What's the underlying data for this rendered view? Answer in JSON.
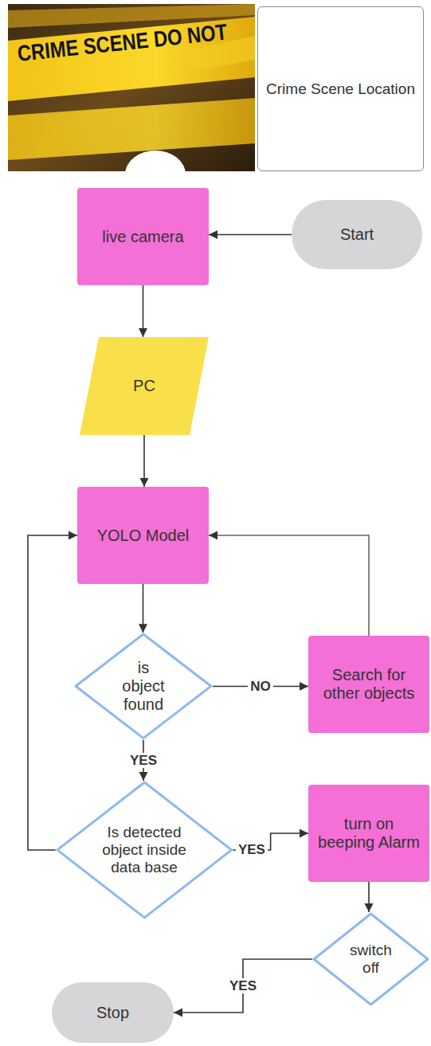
{
  "diagram": {
    "nodes": [
      {
        "text": [
          "Crime Scene Location"
        ]
      },
      {
        "text": [
          "Start"
        ]
      },
      {
        "text": [
          "live camera"
        ]
      },
      {
        "text": [
          "PC"
        ]
      },
      {
        "text": [
          "YOLO Model"
        ]
      },
      {
        "text": [
          "is object found"
        ]
      },
      {
        "text": [
          "Search for other objects"
        ]
      },
      {
        "text": [
          "Is detected object inside data base"
        ]
      },
      {
        "text": [
          "turn on beeping Alarm"
        ]
      },
      {
        "text": [
          "switch off"
        ]
      },
      {
        "text": [
          "Stop"
        ]
      }
    ],
    "edges": [
      {
        "from": 1,
        "to": 2,
        "arrow": "to"
      },
      {
        "from": 2,
        "to": 3,
        "arrow": "to"
      },
      {
        "from": 3,
        "to": 4,
        "arrow": "to"
      },
      {
        "from": 4,
        "to": 5,
        "arrow": "to"
      },
      {
        "from": 5,
        "to": 6,
        "label": "NO",
        "arrow": "to"
      },
      {
        "from": 6,
        "to": 4,
        "arrow": "to"
      },
      {
        "from": 5,
        "to": 7,
        "label": "YES",
        "arrow": "to"
      },
      {
        "from": 7,
        "to": 4,
        "arrow": "to"
      },
      {
        "from": 7,
        "to": 8,
        "label": "YES",
        "arrow": "to"
      },
      {
        "from": 8,
        "to": 9,
        "arrow": "to"
      },
      {
        "from": 9,
        "to": 10,
        "label": "YES",
        "arrow": "to"
      }
    ],
    "labels": [
      "CRIME SCENE DO NOT"
    ]
  }
}
